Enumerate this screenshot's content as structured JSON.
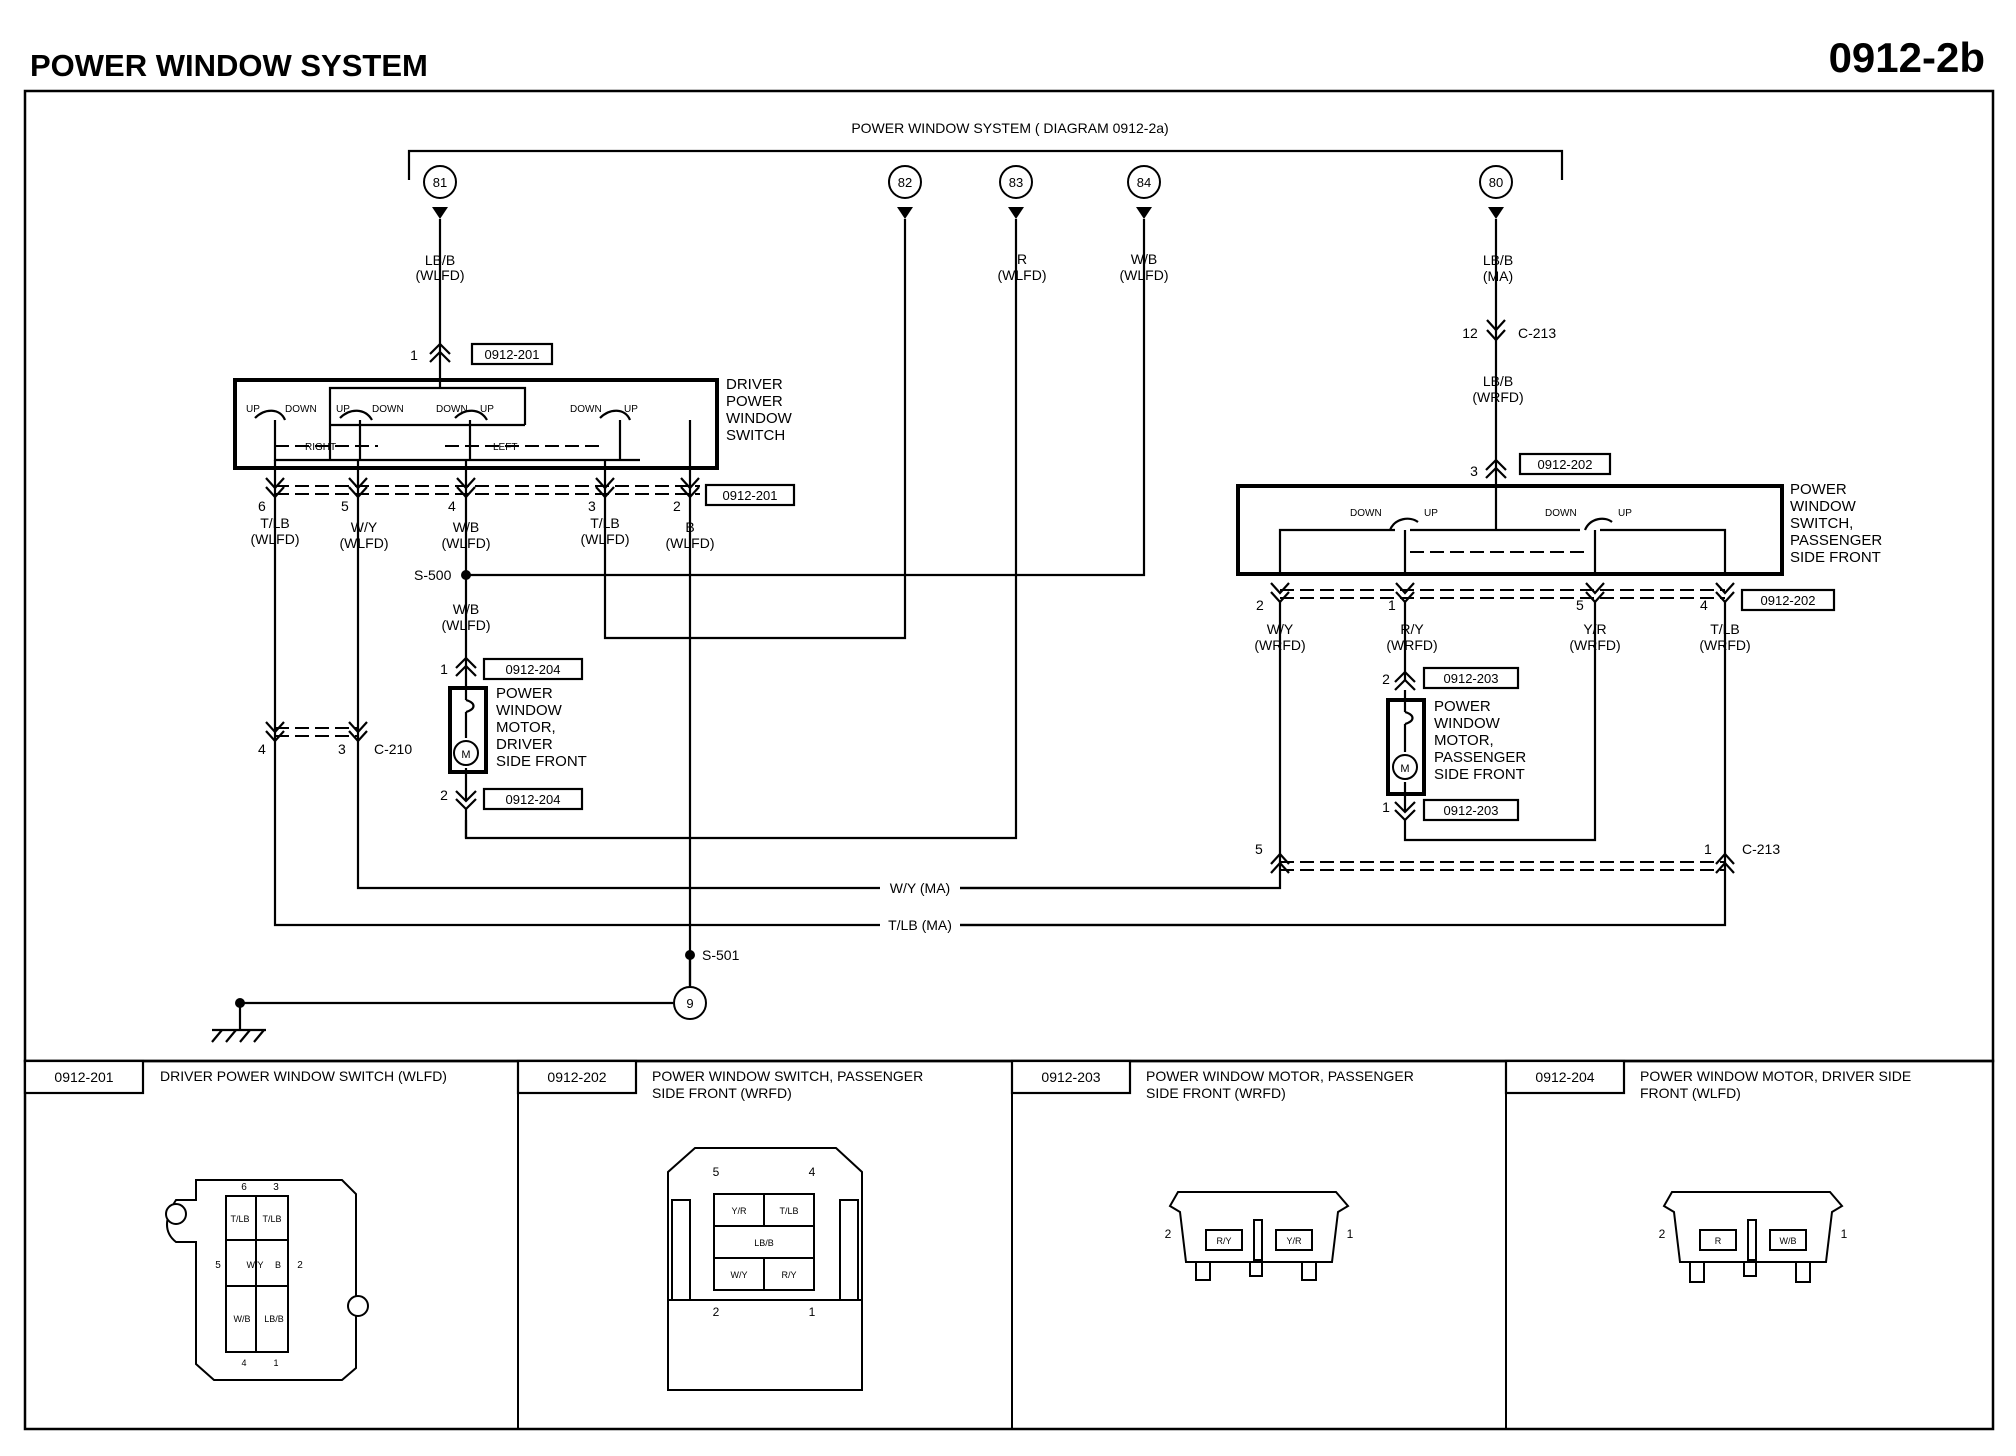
{
  "header": {
    "title": "POWER WINDOW SYSTEM",
    "page_code": "0912-2b"
  },
  "bus": {
    "label": "POWER WINDOW SYSTEM ( DIAGRAM 0912-2a)",
    "terminals": [
      "81",
      "82",
      "83",
      "84",
      "80"
    ]
  },
  "wires": {
    "t81": [
      "LB/B",
      "(WLFD)"
    ],
    "t83": [
      "R",
      "(WLFD)"
    ],
    "t84": [
      "W/B",
      "(WLFD)"
    ],
    "t80a": [
      "LB/B",
      "(MA)"
    ],
    "t80b": [
      "LB/B",
      "(WRFD)"
    ],
    "d6": [
      "T/LB",
      "(WLFD)"
    ],
    "d5": [
      "W/Y",
      "(WLFD)"
    ],
    "d4": [
      "W/B",
      "(WLFD)"
    ],
    "d3": [
      "T/LB",
      "(WLFD)"
    ],
    "d2": [
      "B",
      "(WLFD)"
    ],
    "motor_feed": [
      "W/B",
      "(WLFD)"
    ],
    "p2": [
      "W/Y",
      "(WRFD)"
    ],
    "p1": [
      "R/Y",
      "(WRFD)"
    ],
    "p5": [
      "Y/R",
      "(WRFD)"
    ],
    "p4": [
      "T/LB",
      "(WRFD)"
    ],
    "wy_ma": "W/Y (MA)",
    "tlb_ma": "T/LB (MA)"
  },
  "connectors": {
    "c213": "C-213",
    "c213_pin": "12",
    "c210": "C-210",
    "c210_pins": [
      "4",
      "3"
    ],
    "c213b_pins": [
      "5",
      "1"
    ],
    "driver_switch_in_pin": "1",
    "driver_switch_out_pins": [
      "6",
      "5",
      "4",
      "3",
      "2"
    ],
    "pass_switch_in_pin": "3",
    "pass_switch_out_pins": [
      "2",
      "1",
      "5",
      "4"
    ],
    "driver_motor_pins": [
      "1",
      "2"
    ],
    "pass_motor_pins": [
      "2",
      "1"
    ]
  },
  "splices": {
    "s500": "S-500",
    "s501": "S-501",
    "ground": "9"
  },
  "refs": [
    "0912-201",
    "0912-201",
    "0912-202",
    "0912-202",
    "0912-204",
    "0912-204",
    "0912-203",
    "0912-203"
  ],
  "components": {
    "driver_switch": [
      "DRIVER",
      "POWER",
      "WINDOW",
      "SWITCH"
    ],
    "driver_switch_labels": [
      "UP",
      "DOWN",
      "UP",
      "DOWN",
      "DOWN",
      "UP",
      "DOWN",
      "UP",
      "RIGHT",
      "LEFT"
    ],
    "pass_switch": [
      "POWER",
      "WINDOW",
      "SWITCH,",
      "PASSENGER",
      "SIDE FRONT"
    ],
    "pass_switch_labels": [
      "DOWN",
      "UP",
      "DOWN",
      "UP"
    ],
    "driver_motor": [
      "POWER",
      "WINDOW",
      "MOTOR,",
      "DRIVER",
      "SIDE FRONT"
    ],
    "pass_motor": [
      "POWER",
      "WINDOW",
      "MOTOR,",
      "PASSENGER",
      "SIDE FRONT"
    ],
    "motor_symbol": "M"
  },
  "bottom_panels": [
    {
      "id": "0912-201",
      "title": [
        "DRIVER POWER WINDOW SWITCH (WLFD)"
      ],
      "top_pins": [
        "6",
        "3"
      ],
      "side_pins": [
        "5",
        "2"
      ],
      "bottom_pins": [
        "4",
        "1"
      ],
      "cells": [
        "T/LB",
        "T/LB",
        "W/Y",
        "B",
        "W/B",
        "LB/B"
      ]
    },
    {
      "id": "0912-202",
      "title": [
        "POWER WINDOW SWITCH, PASSENGER",
        "SIDE FRONT (WRFD)"
      ],
      "top_pins": [
        "5",
        "4"
      ],
      "bottom_pins": [
        "2",
        "1"
      ],
      "cells": [
        "Y/R",
        "T/LB",
        "LB/B",
        "W/Y",
        "R/Y"
      ]
    },
    {
      "id": "0912-203",
      "title": [
        "POWER WINDOW MOTOR, PASSENGER",
        "SIDE FRONT (WRFD)"
      ],
      "side_pins": [
        "2",
        "1"
      ],
      "cells": [
        "R/Y",
        "Y/R"
      ]
    },
    {
      "id": "0912-204",
      "title": [
        "POWER WINDOW MOTOR, DRIVER SIDE",
        "FRONT (WLFD)"
      ],
      "side_pins": [
        "2",
        "1"
      ],
      "cells": [
        "R",
        "W/B"
      ]
    }
  ]
}
